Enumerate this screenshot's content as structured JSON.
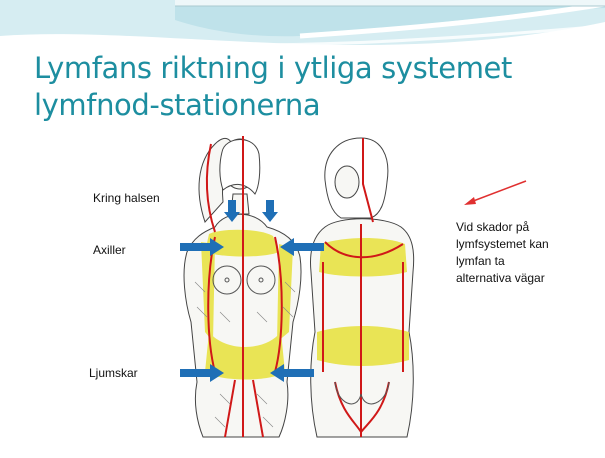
{
  "slide": {
    "title_lines": [
      "Lymfans riktning i ytliga systemet",
      "lymfnod-stationerna"
    ],
    "labels": {
      "neck": "Kring halsen",
      "armpits": "Axiller",
      "groin": "Ljumskar"
    },
    "note_lines": [
      "Vid skador  på",
      "lymfsystemet kan",
      "lymfan ta",
      "alternativa vägar"
    ],
    "colors": {
      "title": "#1d8ea0",
      "header_bg": "#cfe9ee",
      "lymph_zone": "#e7e13a",
      "vessel": "#d01818",
      "arrow_blue": "#1f6fb6",
      "arrow_red": "#e03030"
    }
  }
}
